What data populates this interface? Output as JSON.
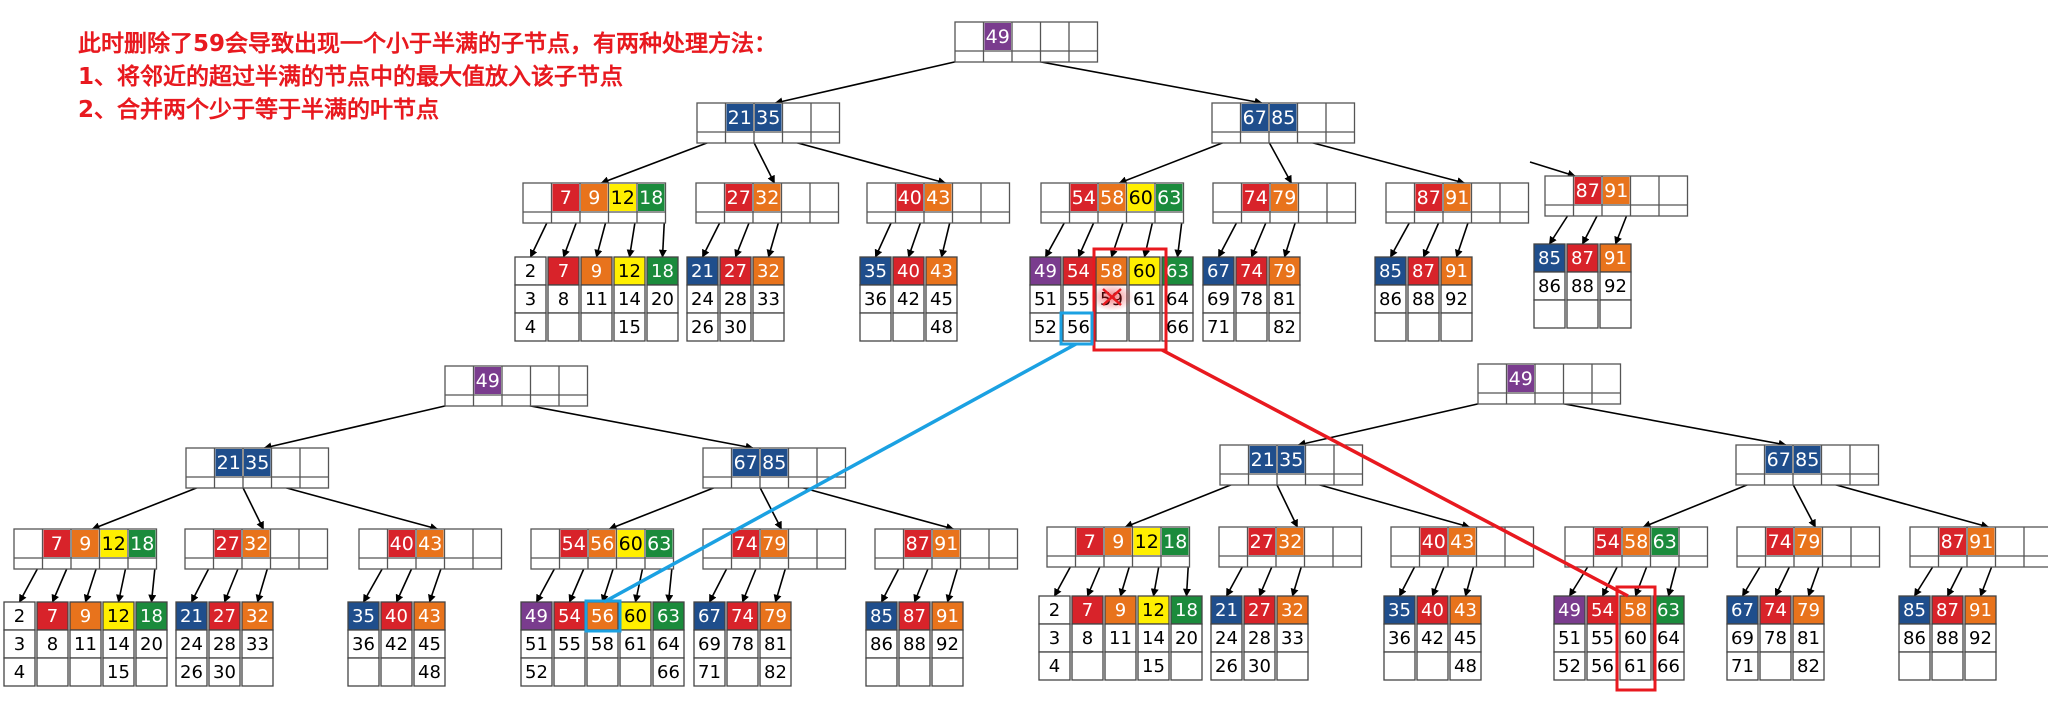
{
  "text": {
    "line1": "此时删除了59会导致出现一个小于半满的子节点，有两种处理方法：",
    "line2": "1、将邻近的超过半满的节点中的最大值放入该子节点",
    "line3": "2、合并两个少于等于半满的叶节点"
  },
  "colors": {
    "title": "#e8191f",
    "blue_arrow": "#1ba1e2",
    "red_arrow": "#e8191f",
    "key_colors": {
      "2": "#ffffff",
      "7": "#d8232a",
      "9": "#e8731c",
      "12": "#ffef00",
      "18": "#1b8b3c",
      "21": "#1f4e8c",
      "27": "#d8232a",
      "32": "#e8731c",
      "35": "#1f4e8c",
      "40": "#d8232a",
      "43": "#e8731c",
      "49": "#7a3c8e",
      "54": "#d8232a",
      "56": "#e8731c",
      "58": "#e8731c",
      "60": "#ffef00",
      "63": "#1b8b3c",
      "67": "#1f4e8c",
      "74": "#d8232a",
      "79": "#e8731c",
      "85": "#1f4e8c",
      "87": "#d8232a",
      "91": "#e8731c"
    }
  },
  "trees": {
    "top": {
      "root": [
        "49"
      ],
      "level1": [
        [
          "21",
          "35"
        ],
        [
          "67",
          "85"
        ]
      ],
      "level2": [
        [
          "7",
          "9",
          "12",
          "18"
        ],
        [
          "27",
          "32"
        ],
        [
          "40",
          "43"
        ],
        [
          "54",
          "58",
          "60",
          "63"
        ],
        [
          "74",
          "79"
        ],
        [
          "87",
          "91"
        ]
      ],
      "leaves": [
        [
          [
            "2",
            "3",
            "4"
          ],
          [
            "7",
            "8",
            ""
          ],
          [
            "9",
            "11",
            ""
          ],
          [
            "12",
            "14",
            "15"
          ],
          [
            "18",
            "20",
            ""
          ]
        ],
        [
          [
            "21",
            "24",
            "26"
          ],
          [
            "27",
            "28",
            "30"
          ],
          [
            "32",
            "33",
            ""
          ]
        ],
        [
          [
            "35",
            "36",
            ""
          ],
          [
            "40",
            "42",
            ""
          ],
          [
            "43",
            "45",
            "48"
          ]
        ],
        [
          [
            "49",
            "51",
            "52"
          ],
          [
            "54",
            "55",
            "56"
          ],
          [
            "58",
            "59",
            ""
          ],
          [
            "60",
            "61",
            ""
          ],
          [
            "63",
            "64",
            "66"
          ]
        ],
        [
          [
            "67",
            "69",
            "71"
          ],
          [
            "74",
            "78",
            ""
          ],
          [
            "79",
            "81",
            "82"
          ]
        ],
        [
          [
            "85",
            "86",
            ""
          ],
          [
            "87",
            "88",
            ""
          ],
          [
            "91",
            "92",
            ""
          ]
        ]
      ],
      "deleted": "59"
    },
    "orphan": {
      "node": [
        "87",
        "91"
      ],
      "leaves": [
        [
          "85",
          "86",
          ""
        ],
        [
          "87",
          "88",
          ""
        ],
        [
          "91",
          "92",
          ""
        ]
      ]
    },
    "bottom_left": {
      "root": [
        "49"
      ],
      "level1": [
        [
          "21",
          "35"
        ],
        [
          "67",
          "85"
        ]
      ],
      "level2": [
        [
          "7",
          "9",
          "12",
          "18"
        ],
        [
          "27",
          "32"
        ],
        [
          "40",
          "43"
        ],
        [
          "54",
          "56",
          "60",
          "63"
        ],
        [
          "74",
          "79"
        ],
        [
          "87",
          "91"
        ]
      ],
      "leaves": [
        [
          [
            "2",
            "3",
            "4"
          ],
          [
            "7",
            "8",
            ""
          ],
          [
            "9",
            "11",
            ""
          ],
          [
            "12",
            "14",
            "15"
          ],
          [
            "18",
            "20",
            ""
          ]
        ],
        [
          [
            "21",
            "24",
            "26"
          ],
          [
            "27",
            "28",
            "30"
          ],
          [
            "32",
            "33",
            ""
          ]
        ],
        [
          [
            "35",
            "36",
            ""
          ],
          [
            "40",
            "42",
            ""
          ],
          [
            "43",
            "45",
            "48"
          ]
        ],
        [
          [
            "49",
            "51",
            "52"
          ],
          [
            "54",
            "55",
            ""
          ],
          [
            "56",
            "58",
            ""
          ],
          [
            "60",
            "61",
            ""
          ],
          [
            "63",
            "64",
            "66"
          ]
        ],
        [
          [
            "67",
            "69",
            "71"
          ],
          [
            "74",
            "78",
            ""
          ],
          [
            "79",
            "81",
            "82"
          ]
        ],
        [
          [
            "85",
            "86",
            ""
          ],
          [
            "87",
            "88",
            ""
          ],
          [
            "91",
            "92",
            ""
          ]
        ]
      ]
    },
    "bottom_right": {
      "root": [
        "49"
      ],
      "level1": [
        [
          "21",
          "35"
        ],
        [
          "67",
          "85"
        ]
      ],
      "level2": [
        [
          "7",
          "9",
          "12",
          "18"
        ],
        [
          "27",
          "32"
        ],
        [
          "40",
          "43"
        ],
        [
          "54",
          "58",
          "63"
        ],
        [
          "74",
          "79"
        ],
        [
          "87",
          "91"
        ]
      ],
      "leaves": [
        [
          [
            "2",
            "3",
            "4"
          ],
          [
            "7",
            "8",
            ""
          ],
          [
            "9",
            "11",
            ""
          ],
          [
            "12",
            "14",
            "15"
          ],
          [
            "18",
            "20",
            ""
          ]
        ],
        [
          [
            "21",
            "24",
            "26"
          ],
          [
            "27",
            "28",
            "30"
          ],
          [
            "32",
            "33",
            ""
          ]
        ],
        [
          [
            "35",
            "36",
            ""
          ],
          [
            "40",
            "42",
            ""
          ],
          [
            "43",
            "45",
            "48"
          ]
        ],
        [
          [
            "49",
            "51",
            "52"
          ],
          [
            "54",
            "55",
            "56"
          ],
          [
            "58",
            "60",
            "61"
          ],
          [
            "63",
            "64",
            "66"
          ]
        ],
        [
          [
            "67",
            "69",
            "71"
          ],
          [
            "74",
            "78",
            ""
          ],
          [
            "79",
            "81",
            "82"
          ]
        ],
        [
          [
            "85",
            "86",
            ""
          ],
          [
            "87",
            "88",
            ""
          ],
          [
            "91",
            "92",
            ""
          ]
        ]
      ]
    }
  }
}
